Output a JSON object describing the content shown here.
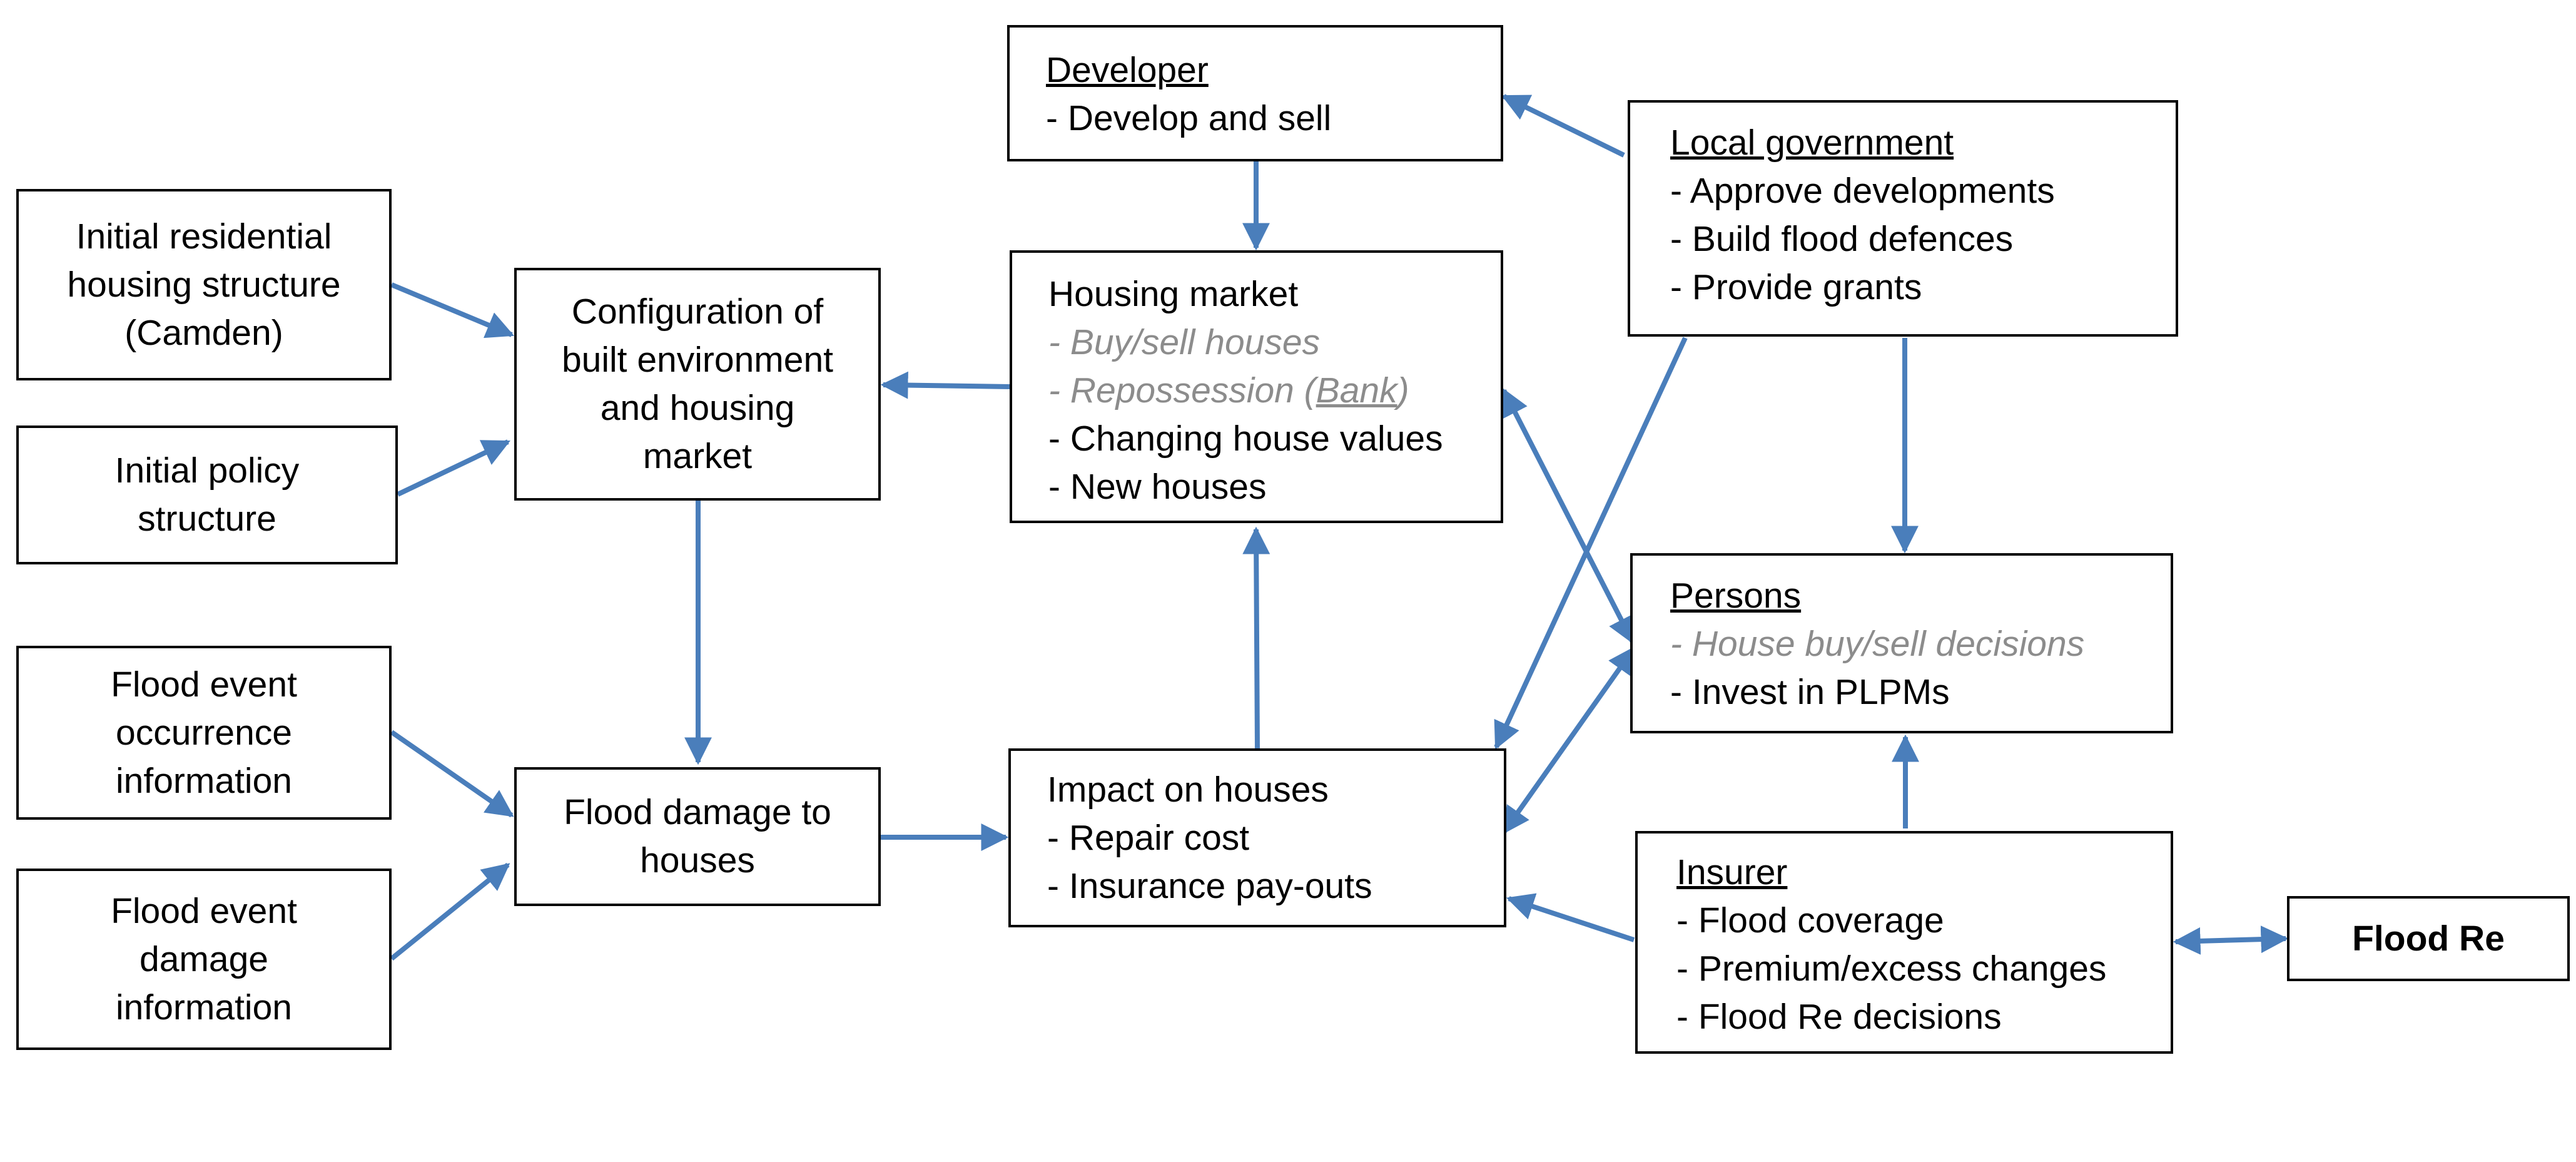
{
  "colors": {
    "arrow": "#4a7ebb",
    "border": "#000000",
    "grey_text": "#8c8c8c"
  },
  "nodes": {
    "developer": {
      "title": "Developer",
      "lines": [
        "- Develop and sell"
      ]
    },
    "housing_market": {
      "title": "Housing market",
      "grey_line_1": "- Buy/sell houses",
      "grey_line_2_prefix": "- Repossession (",
      "grey_line_2_link": "Bank",
      "grey_line_2_suffix": ")",
      "lines": [
        "- Changing house values",
        "- New houses"
      ]
    },
    "local_government": {
      "title": "Local government",
      "lines": [
        "- Approve developments",
        "- Build flood defences",
        "- Provide grants"
      ]
    },
    "initial_residential": {
      "lines": [
        "Initial residential",
        "housing structure",
        "(Camden)"
      ]
    },
    "initial_policy": {
      "lines": [
        "Initial policy",
        "structure"
      ]
    },
    "configuration": {
      "lines": [
        "Configuration of",
        "built environment",
        "and housing",
        "market"
      ]
    },
    "persons": {
      "title": "Persons",
      "grey_line": "- House buy/sell decisions",
      "lines": [
        "- Invest in PLPMs"
      ]
    },
    "flood_occurrence": {
      "lines": [
        "Flood event",
        "occurrence",
        "information"
      ]
    },
    "flood_damage_info": {
      "lines": [
        "Flood event",
        "damage",
        "information"
      ]
    },
    "flood_damage": {
      "lines": [
        "Flood damage to",
        "houses"
      ]
    },
    "impact": {
      "title": "Impact on houses",
      "lines": [
        "- Repair cost",
        "- Insurance pay-outs"
      ]
    },
    "insurer": {
      "title": "Insurer",
      "lines": [
        "- Flood coverage",
        "- Premium/excess changes",
        "- Flood Re decisions"
      ]
    },
    "flood_re": {
      "title": "Flood Re"
    }
  }
}
